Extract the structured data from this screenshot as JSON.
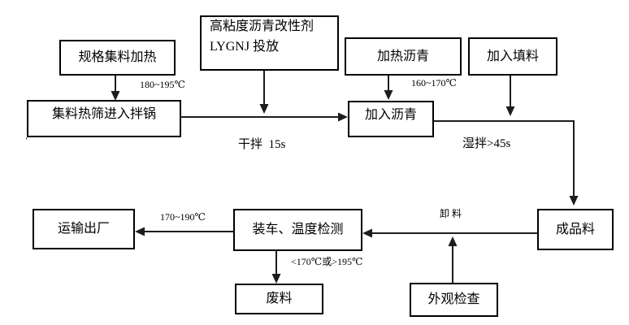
{
  "diagram": {
    "background_color": "#ffffff",
    "line_color": "#1c1c1c",
    "box_border_color": "#000000",
    "nodes": {
      "spec_heating": {
        "label": "规格集料加热"
      },
      "modifier": {
        "line1": "高粘度沥青改性剂",
        "line2": "LYGNJ 投放"
      },
      "heat_asphalt": {
        "label": "加热沥青"
      },
      "add_filler": {
        "label": "加入填料"
      },
      "hot_screen": {
        "label": "集料热筛进入拌锅"
      },
      "add_asphalt": {
        "label": "加入沥青"
      },
      "transport": {
        "label": "运输出厂"
      },
      "loading_check": {
        "label": "装车、温度检测"
      },
      "finished": {
        "label": "成品料"
      },
      "waste": {
        "label": "废料"
      },
      "visual_check": {
        "label": "外观检查"
      }
    },
    "edge_labels": {
      "temp_aggregate": "180~195℃",
      "temp_asphalt": "160~170℃",
      "dry_mix": "干拌  15s",
      "wet_mix": "湿拌>45s",
      "temp_transport": "170~190℃",
      "unload": "卸料",
      "temp_reject": "<170℃或>195℃",
      "stray_mark": "‘"
    }
  }
}
